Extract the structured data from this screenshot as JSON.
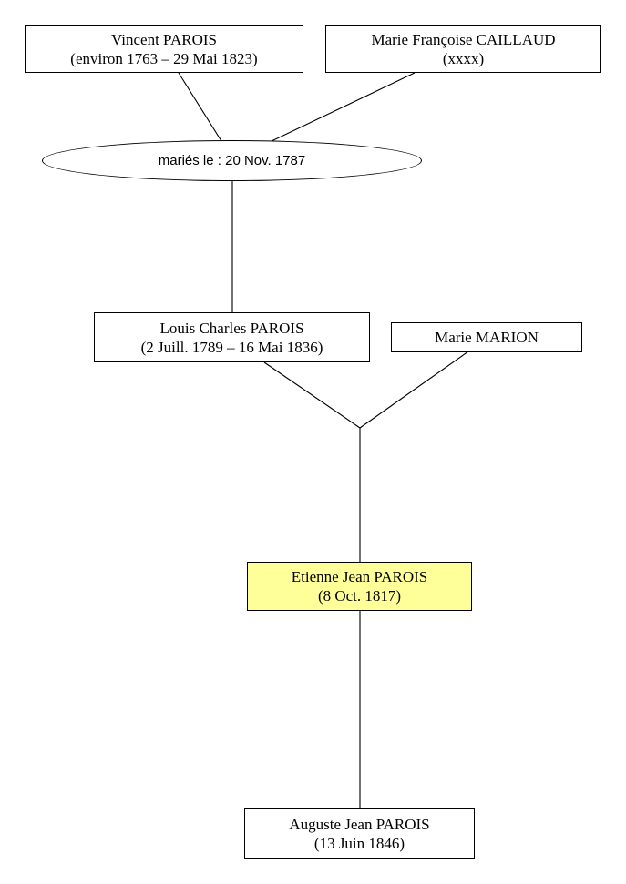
{
  "people": {
    "vincent": {
      "name": "Vincent PAROIS",
      "dates": "(environ 1763 – 29 Mai 1823)"
    },
    "marie_francoise": {
      "name": "Marie Françoise CAILLAUD",
      "dates": "(xxxx)"
    },
    "louis_charles": {
      "name": "Louis Charles PAROIS",
      "dates": "(2 Juill. 1789 – 16 Mai 1836)"
    },
    "marie_marion": {
      "name": "Marie MARION"
    },
    "etienne": {
      "name": "Etienne Jean PAROIS",
      "dates": "(8 Oct. 1817)"
    },
    "auguste": {
      "name": "Auguste Jean PAROIS",
      "dates": "(13 Juin 1846)"
    }
  },
  "marriage": {
    "label": "mariés le : 20 Nov. 1787"
  },
  "colors": {
    "highlight": "#ffff99",
    "border": "#000000",
    "background": "#ffffff"
  }
}
